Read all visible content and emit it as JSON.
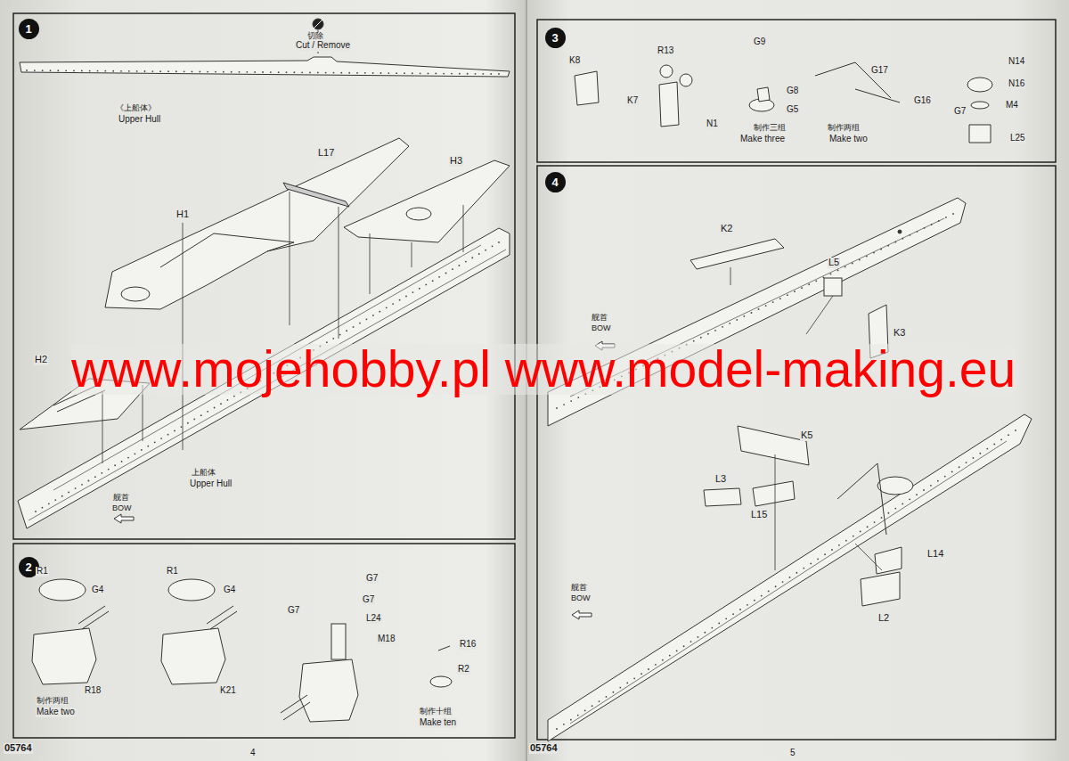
{
  "diagram": {
    "nodes": [
      {
        "text": [
          "1"
        ]
      },
      {
        "text": [
          "2"
        ]
      },
      {
        "text": [
          "3"
        ]
      },
      {
        "text": [
          "4"
        ]
      }
    ],
    "labels": [
      "切除",
      "Cut / Remove",
      "《上船体》",
      "Upper Hull",
      "L17",
      "H1",
      "H3",
      "H2",
      "上船体",
      "Upper Hull",
      "舰首",
      "BOW",
      "R1",
      "G4",
      "R18",
      "制作两组",
      "Make two",
      "R1",
      "G4",
      "K21",
      "G7",
      "G7",
      "G7",
      "L24",
      "M18",
      "R16",
      "R2",
      "制作十组",
      "Make ten",
      "05764",
      "4",
      "05764",
      "5",
      "K8",
      "K7",
      "R13",
      "N1",
      "G9",
      "G8",
      "G5",
      "制作三组",
      "Make three",
      "G17",
      "G16",
      "制作两组",
      "Make two",
      "N14",
      "N16",
      "G7",
      "M4",
      "L25",
      "K2",
      "L5",
      "舰首",
      "BOW",
      "K3",
      "K5",
      "L3",
      "L15",
      "L14",
      "L2",
      "舰首",
      "BOW",
      "www.mojehobby.pl www.model-making.eu"
    ]
  }
}
